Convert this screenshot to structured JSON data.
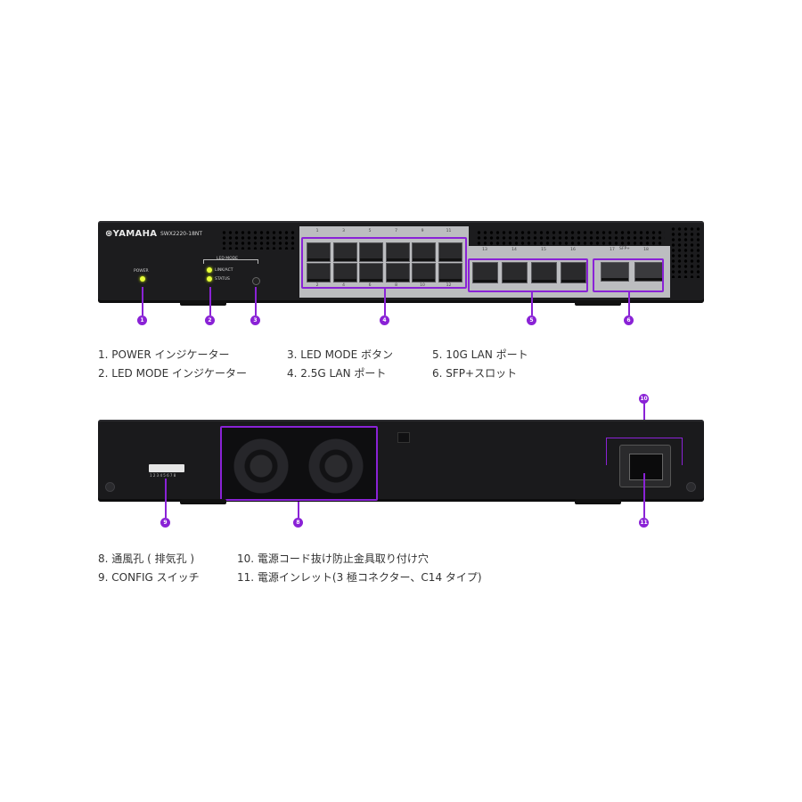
{
  "front": {
    "brand": "⊛YAMAHA",
    "model": "SWX2220-18NT",
    "power_label": "POWER",
    "led_mode_label": "LED MODE",
    "link_act_label": "LINK/ACT",
    "status_label": "STATUS",
    "sfp_label": "SFP+",
    "ports_top": [
      "1",
      "3",
      "5",
      "7",
      "9",
      "11"
    ],
    "ports_bottom": [
      "2",
      "4",
      "6",
      "8",
      "10",
      "12"
    ],
    "ports_10g": [
      "13",
      "14",
      "15",
      "16"
    ],
    "ports_sfp": [
      "17",
      "18"
    ]
  },
  "front_callouts": [
    "1",
    "2",
    "3",
    "4",
    "5",
    "6"
  ],
  "front_legend": [
    "1. POWER インジケーター",
    "2. LED MODE インジケーター",
    "3. LED MODE ボタン",
    "4. 2.5G LAN ポート",
    "5. 10G LAN ポート",
    "6. SFP+スロット"
  ],
  "rear_callouts": [
    "8",
    "9",
    "10",
    "11"
  ],
  "rear_dip_label": "1 2 3 4 5 6 7 8",
  "rear_legend": [
    "8. 通風孔 ( 排気孔 )",
    "9. CONFIG  スイッチ",
    "10. 電源コード抜け防止金具取り付け穴",
    "11. 電源インレット(3 極コネクター、C14 タイプ)"
  ],
  "colors": {
    "accent": "#8a22d6",
    "led": "#e8ff3a",
    "chassis": "#1c1c1e"
  }
}
